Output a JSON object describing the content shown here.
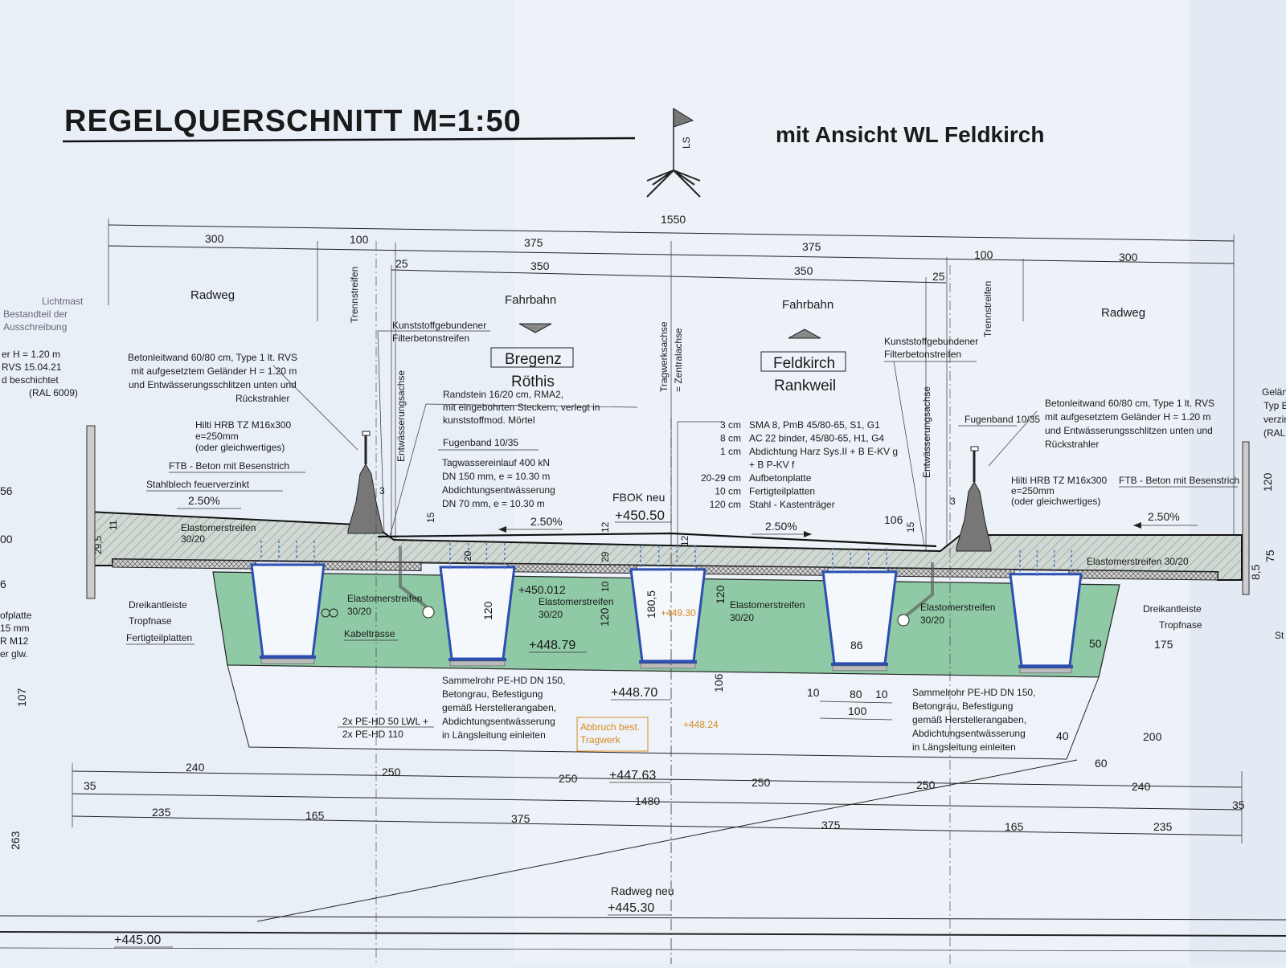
{
  "header": {
    "title": "REGELQUERSCHNITT  M=1:50",
    "subtitle": "mit Ansicht WL Feldkirch",
    "north_label": "LS"
  },
  "dimensions": {
    "total": "1550",
    "left_radweg": "300",
    "left_trenn": "100",
    "left_lane": "375",
    "right_lane": "375",
    "right_trenn": "100",
    "right_radweg": "300",
    "left_25": "25",
    "left_350": "350",
    "right_350": "350",
    "right_25": "25",
    "bottom_1480": "1480",
    "b_240l": "240",
    "b_250a": "250",
    "b_250b": "250",
    "b_250c": "250",
    "b_250d": "250",
    "b_240r": "240",
    "b_35l": "35",
    "b_235l": "235",
    "b_165l": "165",
    "b_375l": "375",
    "b_375r": "375",
    "b_165r": "165",
    "b_235r": "235",
    "b_35r": "35",
    "v_107": "107",
    "v_263": "263",
    "v_120r": "120",
    "v_75": "75",
    "v_85": "8,5",
    "d_29_5": "29,5",
    "d_11": "11",
    "d_3l": "3",
    "d_3r": "3",
    "d_15l": "15",
    "d_15r": "15",
    "d_12l": "12",
    "d_12r": "12",
    "d_20": "20",
    "d_29": "29",
    "d_10": "10",
    "d_120a": "120",
    "d_120b": "120",
    "d_120c": "120",
    "d_180_5": "180,5",
    "d_106": "106",
    "d_106b": "106",
    "d_86": "86",
    "d_50": "50",
    "d_175": "175",
    "d_10a": "10",
    "d_80": "80",
    "d_10b": "10",
    "d_100": "100",
    "d_40": "40",
    "d_200": "200",
    "d_60": "60"
  },
  "zones": {
    "radweg_left": "Radweg",
    "radweg_right": "Radweg",
    "trenn_left": "Trennstreifen",
    "trenn_right": "Trennstreifen",
    "fahrbahn_left": "Fahrbahn",
    "fahrbahn_right": "Fahrbahn",
    "dest_left_box": "Bregenz",
    "dest_left_sub": "Röthis",
    "dest_right_box": "Feldkirch",
    "dest_right_sub": "Rankweil",
    "axis_main": "Tragwerksachse",
    "axis_sub": "= Zentralachse",
    "drain_left": "Entwässerungsachse",
    "drain_right": "Entwässerungsachse"
  },
  "slopes": {
    "s1": "2.50%",
    "s2": "2.50%",
    "s3": "2.50%",
    "s4": "2.50%"
  },
  "elevations": {
    "fbok_label": "FBOK neu",
    "fbok": "+450.50",
    "e450012": "+450.012",
    "e44879": "+448.79",
    "e44870": "+448.70",
    "e44930": "+449.30",
    "e44824": "+448.24",
    "e44763": "+447.63",
    "radweg_neu_label": "Radweg neu",
    "e44530": "+445.30",
    "e44500": "+445.00"
  },
  "layers": [
    {
      "t": "3 cm",
      "d": "SMA 8, PmB 45/80-65, S1, G1"
    },
    {
      "t": "8 cm",
      "d": "AC 22 binder, 45/80-65, H1, G4"
    },
    {
      "t": "1 cm",
      "d": "Abdichtung Harz Sys.II + B E-KV g"
    },
    {
      "t": "",
      "d": "+ B P-KV f"
    },
    {
      "t": "20-29 cm",
      "d": "Aufbetonplatte"
    },
    {
      "t": "10 cm",
      "d": "Fertigteilplatten"
    },
    {
      "t": "120 cm",
      "d": "Stahl - Kastenträger"
    }
  ],
  "notes": {
    "lichtmast": [
      "Lichtmast",
      "Bestandteil der",
      "Ausschreibung"
    ],
    "gelaender_left": [
      "er H = 1.20 m",
      "RVS 15.04.21",
      "d beschichtet",
      "(RAL 6009)"
    ],
    "betonwand_left": [
      "Betonleitwand 60/80 cm, Type 1 lt. RVS",
      "mit aufgesetztem Geländer H = 1.20 m",
      "und Entwässerungsschlitzen unten und",
      "Rückstrahler"
    ],
    "betonwand_right": [
      "Betonleitwand 60/80 cm, Type 1 lt. RVS",
      "mit aufgesetztem Geländer H = 1.20 m",
      "und Entwässerungsschlitzen unten und",
      "Rückstrahler"
    ],
    "hilti_left": [
      "Hilti HRB TZ M16x300",
      "e=250mm",
      "(oder gleichwertiges)"
    ],
    "hilti_right": [
      "Hilti HRB TZ M16x300",
      "e=250mm",
      "(oder gleichwertiges)"
    ],
    "ftb_left": "FTB - Beton mit Besenstrich",
    "ftb_right": "FTB - Beton mit Besenstrich",
    "stahlblech": "Stahlblech feuerverzinkt",
    "kunst_left": [
      "Kunststoffgebundener",
      "Filterbetonstreifen"
    ],
    "kunst_right": [
      "Kunststoffgebundener",
      "Filterbetonstreifen"
    ],
    "randstein": [
      "Randstein 16/20 cm, RMA2,",
      "mit eingebohrten Steckern, verlegt in",
      "kunststoffmod. Mörtel"
    ],
    "fugenband_left": "Fugenband 10/35",
    "fugenband_right": "Fugenband 10/35",
    "tagwasser": [
      "Tagwassereinlauf 400 kN",
      "DN 150 mm, e = 10.30 m",
      "Abdichtungsentwässerung",
      "DN 70 mm, e = 10.30 m"
    ],
    "elast_top_left": [
      "Elastomerstreifen",
      "30/20"
    ],
    "elast_top_right": "Elastomerstreifen 30/20",
    "elast_a": [
      "Elastomerstreifen",
      "30/20"
    ],
    "elast_b": [
      "Elastomerstreifen",
      "30/20"
    ],
    "elast_c": [
      "Elastomerstreifen",
      "30/20"
    ],
    "elast_d": [
      "Elastomerstreifen",
      "30/20"
    ],
    "kabeltrasse": "Kabeltrasse",
    "dreikant_left": "Dreikantleiste",
    "tropfnase_left": "Tropfnase",
    "fertigteil_left": "Fertigteilplatten",
    "dreikant_right": "Dreikantleiste",
    "tropfnase_right": "Tropfnase",
    "sammel_left": [
      "Sammelrohr PE-HD DN 150,",
      "Betongrau, Befestigung",
      "gemäß Herstellerangaben,",
      "Abdichtungsentwässerung",
      "in Längsleitung einleiten"
    ],
    "sammel_right": [
      "Sammelrohr PE-HD DN 150,",
      "Betongrau, Befestigung",
      "gemäß Herstellerangaben,",
      "Abdichtungsentwässerung",
      "in Längsleitung einleiten"
    ],
    "pehd": [
      "2x PE-HD 50 LWL +",
      "2x PE-HD 110"
    ],
    "abbruch": [
      "Abbruch best.",
      "Tragwerk"
    ],
    "left_edge": [
      "56",
      "00",
      "6",
      "ofplatte",
      "15 mm",
      "R M12",
      "er glw."
    ],
    "right_edge": [
      "Gelän",
      "Typ B",
      "verzin",
      "(RAL",
      "St"
    ]
  },
  "colors": {
    "paper": "#e8eef6",
    "concrete_fill": "#c9d4cc",
    "green_fill": "#8fc9a6",
    "steel_box": "#2c4fb0",
    "orange": "#d8891e",
    "ink": "#1a1a1a"
  }
}
